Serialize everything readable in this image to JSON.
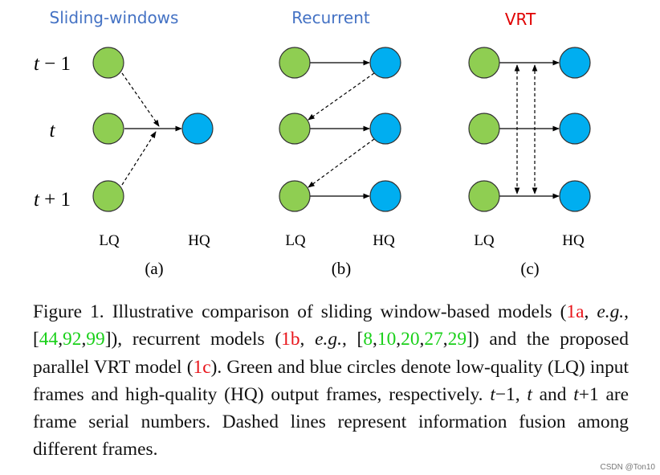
{
  "panels": [
    {
      "title": "Sliding-windows",
      "title_color": "#4472c4",
      "lq": "LQ",
      "hq": "HQ",
      "sub": "(a)"
    },
    {
      "title": "Recurrent",
      "title_color": "#4472c4",
      "lq": "LQ",
      "hq": "HQ",
      "sub": "(b)"
    },
    {
      "title": "VRT",
      "title_color": "#e00000",
      "lq": "LQ",
      "hq": "HQ",
      "sub": "(c)"
    }
  ],
  "rows": {
    "r1_pre": "t",
    "r1_op": " − ",
    "r1_num": "1",
    "r2": "t",
    "r3_pre": "t",
    "r3_op": " + ",
    "r3_num": "1"
  },
  "colors": {
    "lq_fill": "#8fce52",
    "hq_fill": "#00aef0",
    "stroke": "#333333",
    "ref_red": "#e8141a",
    "ref_green": "#19d019"
  },
  "caption": {
    "s1": "Figure 1. Illustrative comparison of sliding window-based models (",
    "ref1": "1a",
    "s2": ", ",
    "eg1": "e.g.",
    "s3": ", [",
    "c44": "44",
    "c92": "92",
    "c99": "99",
    "s4": "]), recurrent models (",
    "ref2": "1b",
    "s5": ", ",
    "eg2": "e.g.",
    "s6": ", [",
    "c8": "8",
    "c10": "10",
    "c20": "20",
    "c27": "27",
    "c29": "29",
    "s7": "]) and the proposed parallel VRT model (",
    "ref3": "1c",
    "s8": "). Green and blue circles denote low-quality (LQ) input frames and high-quality (HQ) output frames, respectively. ",
    "t1": "t",
    "s9": "−1, ",
    "t2": "t",
    "s10": " and ",
    "t3": "t",
    "s11": "+1 are frame serial numbers. Dashed lines represent information fusion among different frames."
  },
  "watermark": "CSDN @Ton10"
}
